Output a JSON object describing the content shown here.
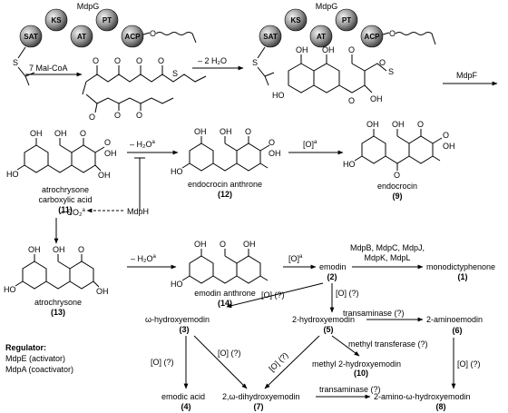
{
  "enzymes": {
    "mdpG_1": "MdpG",
    "mdpG_2": "MdpG",
    "domains": [
      "SAT",
      "KS",
      "AT",
      "PT",
      "ACP"
    ],
    "mdpF": "MdpF",
    "mdpH": "MdpH",
    "mdp_group_line1": "MdpB, MdpC, MdpJ,",
    "mdp_group_line2": "MdpK, MdpL"
  },
  "reactions": {
    "mal_coa": "7 Mal-CoA",
    "minus_2h2o": "– 2 H₂O",
    "minus_h2o_a1": "– H₂O",
    "minus_h2o_a2": "– H₂O",
    "minus_co2": "– CO₂",
    "oxid_a1": "[O]",
    "oxid_a2": "[O]",
    "sup_a": "a",
    "o_q1": "[O] (?)",
    "o_q2": "[O] (?)",
    "o_q3": "[O] (?)",
    "o_q4": "[O] (?)",
    "o_q5": "[O] (?)",
    "o_q6": "[O] (?)",
    "transaminase1": "transaminase (?)",
    "transaminase2": "transaminase (?)",
    "methyltransferase": "methyl transferase (?)"
  },
  "compounds": {
    "c11_line1": "atrochrysone",
    "c11_line2": "carboxylic acid",
    "c11_num": "11",
    "c12_name": "endocrocin anthrone",
    "c12_num": "12",
    "c9_name": "endocrocin",
    "c9_num": "9",
    "c13_name": "atrochrysone",
    "c13_num": "13",
    "c14_name": "emodin anthrone",
    "c14_num": "14",
    "c2_name": "emodin",
    "c2_num": "2",
    "c1_name": "monodictyphenone",
    "c1_num": "1",
    "c3_name": "ω-hydroxyemodin",
    "c3_num": "3",
    "c5_name": "2-hydroxyemodin",
    "c5_num": "5",
    "c6_name": "2-aminoemodin",
    "c6_num": "6",
    "c10_name": "methyl 2-hydroxyemodin",
    "c10_num": "10",
    "c4_name": "emodic acid",
    "c4_num": "4",
    "c7_name": "2,ω-dihydroxyemodin",
    "c7_num": "7",
    "c8_name": "2-amino-ω-hydroxyemodin",
    "c8_num": "8"
  },
  "atoms": {
    "OH": "OH",
    "HO": "HO",
    "O": "O",
    "S": "S"
  },
  "regulator": {
    "title": "Regulator:",
    "line1": "MdpE (activator)",
    "line2": "MdpA (coactivator)"
  }
}
